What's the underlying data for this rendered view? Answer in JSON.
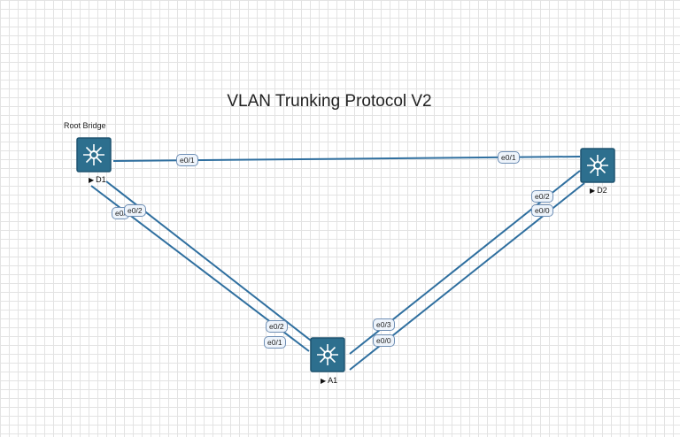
{
  "title": "VLAN Trunking Protocol V2",
  "root_label": "Root Bridge",
  "colors": {
    "link": "#2f6f9f",
    "switch_fill": "#2d6f8e",
    "switch_dark": "#1f5470",
    "port_border": "#6f8fb5"
  },
  "devices": {
    "d1": {
      "name": "D1",
      "icon": "multilayer-switch-icon"
    },
    "d2": {
      "name": "D2",
      "icon": "multilayer-switch-icon"
    },
    "a1": {
      "name": "A1",
      "icon": "multilayer-switch-icon"
    }
  },
  "ports": {
    "d1_d2_d1side": "e0/1",
    "d1_d2_d2side": "e0/1",
    "d1_a1_outer_d1": "e0/",
    "d1_a1_inner_d1": "e0/2",
    "d1_a1_a1_e02": "e0/2",
    "d1_a1_a1_e01": "e0/1",
    "d2_a1_d2_e02": "e0/2",
    "d2_a1_d2_e00": "e0/0",
    "d2_a1_a1_e03": "e0/3",
    "d2_a1_a1_e00": "e0/0"
  }
}
